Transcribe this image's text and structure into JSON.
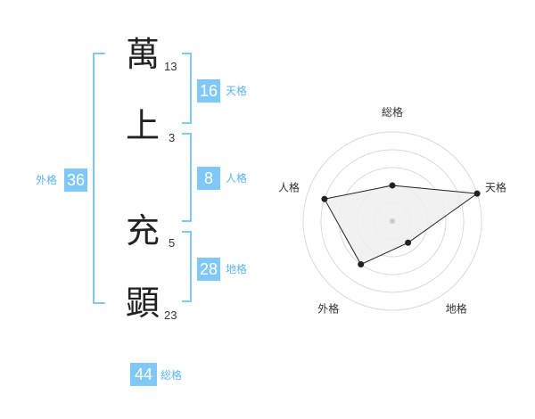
{
  "characters": [
    {
      "char": "萬",
      "strokes": "13"
    },
    {
      "char": "上",
      "strokes": "3"
    },
    {
      "char": "充",
      "strokes": "5"
    },
    {
      "char": "顕",
      "strokes": "23"
    }
  ],
  "fortunes": {
    "tenkaku": {
      "label": "天格",
      "value": "16"
    },
    "jinkaku": {
      "label": "人格",
      "value": "8"
    },
    "chikaku": {
      "label": "地格",
      "value": "28"
    },
    "gaikaku": {
      "label": "外格",
      "value": "36"
    },
    "soukaku": {
      "label": "総格",
      "value": "44"
    }
  },
  "colors": {
    "accent": "#7fc8f8",
    "label": "#5ab4ee",
    "bracket": "#7fc8f8"
  },
  "chart_data": {
    "type": "radar",
    "axes": [
      "総格",
      "天格",
      "地格",
      "外格",
      "人格"
    ],
    "values": [
      2,
      5,
      1.5,
      3,
      4
    ],
    "max": 5,
    "rings": 5
  }
}
